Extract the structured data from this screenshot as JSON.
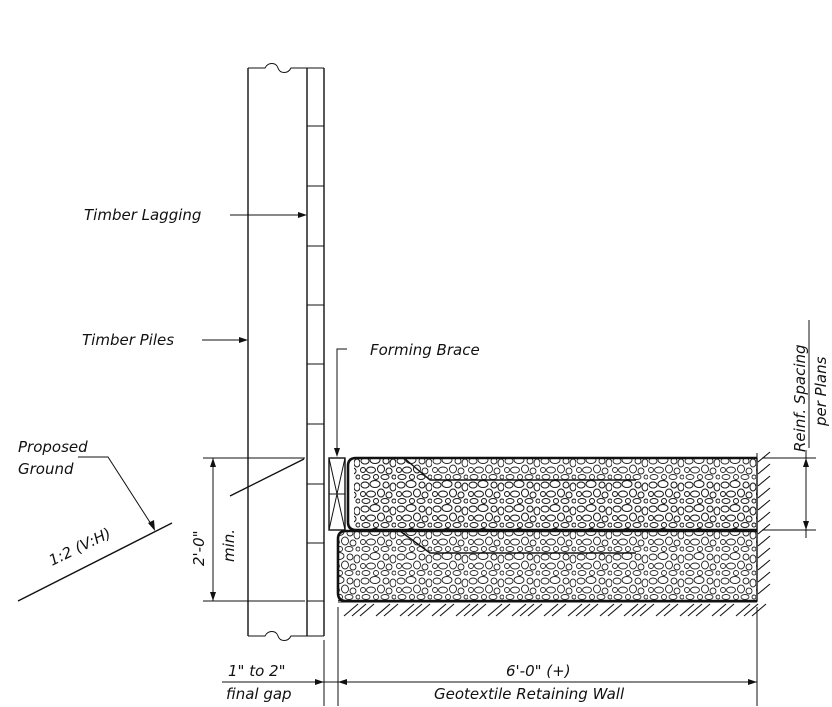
{
  "labels": {
    "timber_lagging": "Timber Lagging",
    "timber_piles": "Timber Piles",
    "forming_brace": "Forming Brace",
    "proposed_ground_line1": "Proposed",
    "proposed_ground_line2": "Ground",
    "slope": "1:2 (V:H)",
    "height_dim": "2'-0\"",
    "height_min": "min.",
    "reinf_spacing_line1": "Reinf. Spacing",
    "reinf_spacing_line2": "per Plans",
    "gap_dim_line1": "1\" to 2\"",
    "gap_dim_line2": "final gap",
    "wall_dim_line1": "6'-0\" (+)",
    "wall_dim_line2": "Geotextile Retaining Wall"
  },
  "colors": {
    "ink": "#111111",
    "paper": "#ffffff"
  }
}
